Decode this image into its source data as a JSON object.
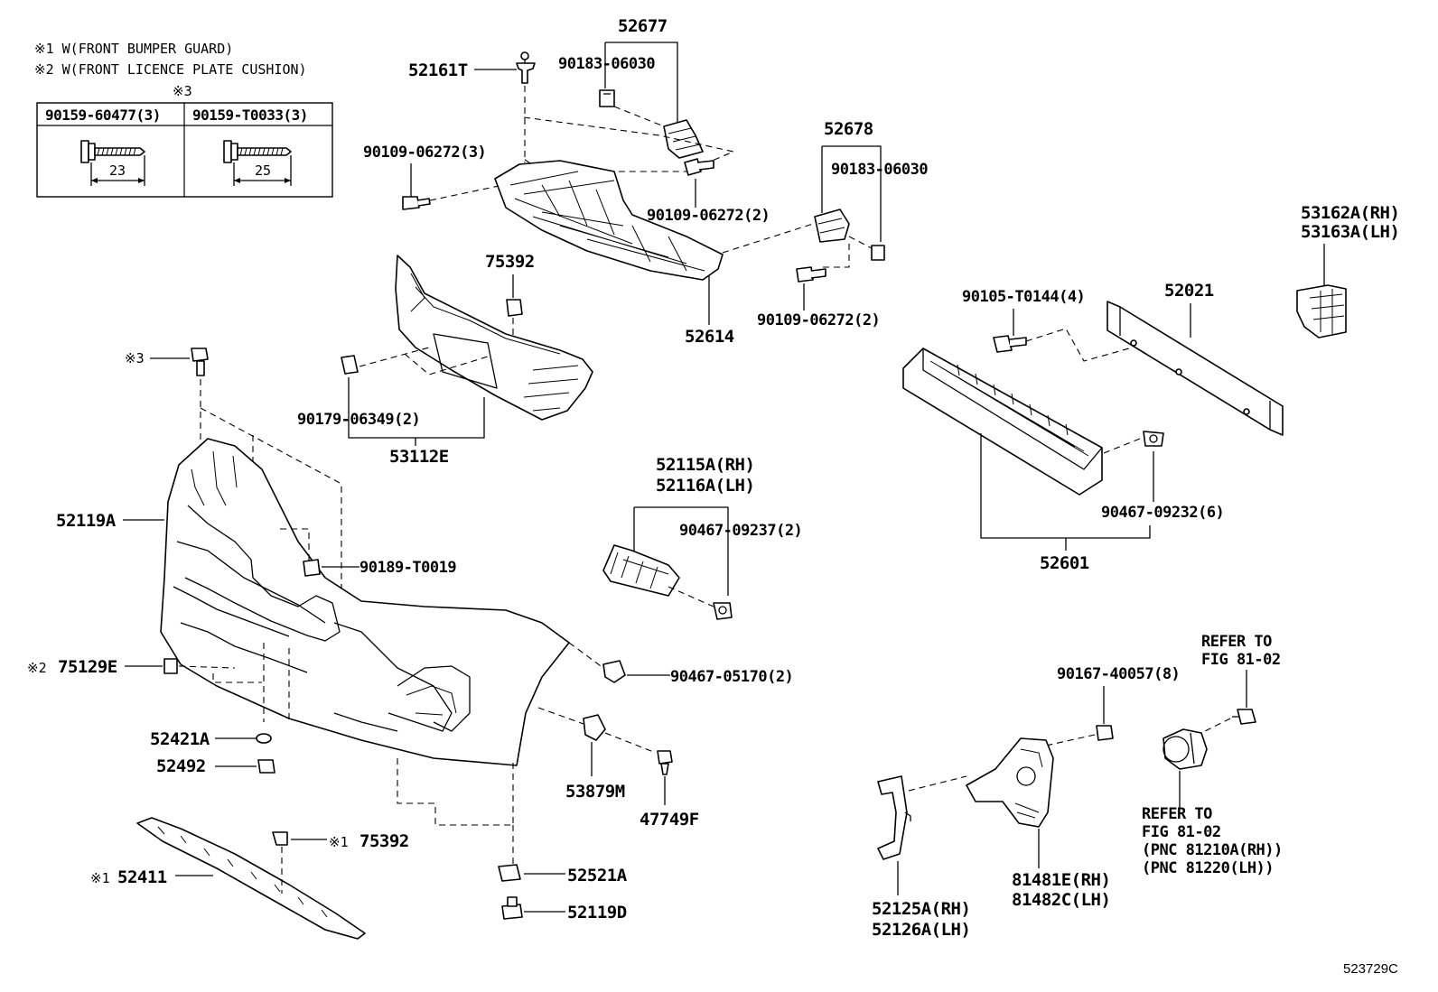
{
  "notes": {
    "note1": "※1 W(FRONT BUMPER GUARD)",
    "note2": "※2 W(FRONT LICENCE PLATE CUSHION)",
    "note3_mark": "※3"
  },
  "bolt_table": {
    "col1_part": "90159-60477(3)",
    "col1_length": "23",
    "col2_part": "90159-T0033(3)",
    "col2_length": "25"
  },
  "parts": {
    "p52677": "52677",
    "p90183_a": "90183-06030",
    "p52161T": "52161T",
    "p90109_a": "90109-06272(3)",
    "p90109_b": "90109-06272(2)",
    "p52678": "52678",
    "p90183_b": "90183-06030",
    "p90109_c": "90109-06272(2)",
    "p52614": "52614",
    "p75392_a": "75392",
    "p53162A": "53162A(RH)",
    "p53163A": "53163A(LH)",
    "p90105": "90105-T0144(4)",
    "p52021": "52021",
    "mark3": "※3",
    "p90179": "90179-06349(2)",
    "p53112E": "53112E",
    "p52115A": "52115A(RH)",
    "p52116A": "52116A(LH)",
    "p90467_a": "90467-09237(2)",
    "p90467_b": "90467-09232(6)",
    "p52601": "52601",
    "p52119A": "52119A",
    "p90189": "90189-T0019",
    "mark2": "※2",
    "p75129E": "75129E",
    "p90467_c": "90467-05170(2)",
    "refer1_line1": "REFER TO",
    "refer1_line2": "FIG 81-02",
    "p90167": "90167-40057(8)",
    "p52421A": "52421A",
    "p52492": "52492",
    "p53879M": "53879M",
    "p47749F": "47749F",
    "refer2_line1": "REFER TO",
    "refer2_line2": "FIG 81-02",
    "refer2_line3": "(PNC 81210A(RH))",
    "refer2_line4": "(PNC 81220(LH))",
    "mark1a": "※1",
    "p75392_b": "75392",
    "mark1b": "※1",
    "p52411": "52411",
    "p52521A": "52521A",
    "p52119D": "52119D",
    "p52125A": "52125A(RH)",
    "p52126A": "52126A(LH)",
    "p81481E": "81481E(RH)",
    "p81482C": "81482C(LH)"
  },
  "figure_id": "523729C"
}
